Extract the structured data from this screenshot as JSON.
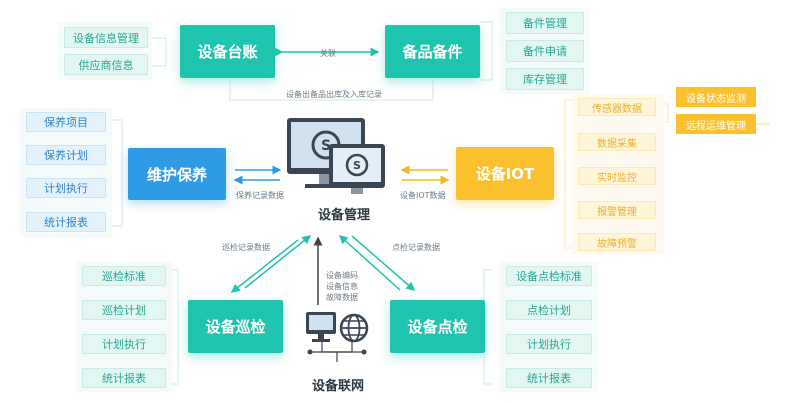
{
  "top": {
    "asset_ledger": "设备台账",
    "asset_ledger_items": [
      "设备信息管理",
      "供应商信息"
    ],
    "spare_parts": "备品备件",
    "spare_parts_items": [
      "备件管理",
      "备件申请",
      "库存管理"
    ],
    "link_label": "关联",
    "bottom_note": "设备出备品出库及入库记录"
  },
  "maintenance": {
    "title": "维护保养",
    "steps": [
      "保养项目",
      "保养计划",
      "计划执行",
      "统计报表"
    ],
    "arrow_label": "保养记录数据"
  },
  "iot": {
    "title": "设备IOT",
    "items": [
      "传感器数据",
      "数据采集",
      "实时监控",
      "报警管理",
      "故障预警"
    ],
    "tags": [
      "设备状态监测",
      "远程运维管理"
    ],
    "arrow_label": "设备IOT数据"
  },
  "center": {
    "title": "设备管理",
    "inspection_label": "巡检记录数据",
    "spotcheck_label": "点检记录数据",
    "network_note": [
      "设备编码",
      "设备信息",
      "故障数据"
    ]
  },
  "inspection": {
    "title": "设备巡检",
    "steps": [
      "巡检标准",
      "巡检计划",
      "计划执行",
      "统计报表"
    ]
  },
  "spotcheck": {
    "title": "设备点检",
    "steps": [
      "设备点检标准",
      "点检计划",
      "计划执行",
      "统计报表"
    ]
  },
  "network": {
    "title": "设备联网"
  },
  "colors": {
    "teal": "#1ec4ae",
    "blue": "#2f9be6",
    "orange": "#fbc02d",
    "dark": "#2b3a44"
  }
}
